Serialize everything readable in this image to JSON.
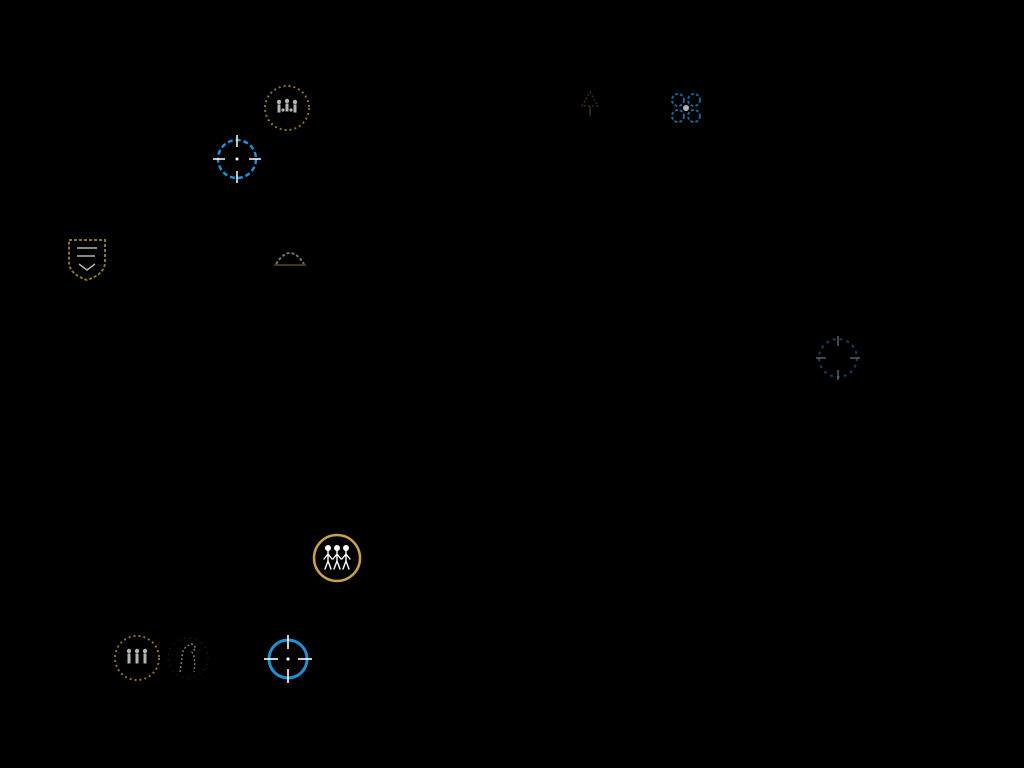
{
  "map": {
    "background": "#000000",
    "colors": {
      "gold": "#c8a24a",
      "blue": "#1f8fd6",
      "white": "#ffffff",
      "dark_gold": "#7a6330"
    },
    "markers": [
      {
        "id": "crowd-1",
        "icon": "crowd-icon",
        "state": "fogged"
      },
      {
        "id": "target-1",
        "icon": "crosshair-icon",
        "state": "fogged"
      },
      {
        "id": "shield-1",
        "icon": "shield-icon",
        "state": "fogged"
      },
      {
        "id": "dome-1",
        "icon": "dome-icon",
        "state": "fogged"
      },
      {
        "id": "tree-1",
        "icon": "tree-icon",
        "state": "fogged"
      },
      {
        "id": "gear-1",
        "icon": "gear-icon",
        "state": "fogged"
      },
      {
        "id": "target-2",
        "icon": "crosshair-icon",
        "state": "fogged"
      },
      {
        "id": "people-1",
        "icon": "people-icon",
        "state": "revealed"
      },
      {
        "id": "crowd-2",
        "icon": "crowd-icon",
        "state": "fogged"
      },
      {
        "id": "horse-1",
        "icon": "horse-icon",
        "state": "fogged"
      },
      {
        "id": "target-3",
        "icon": "crosshair-icon",
        "state": "fogged"
      }
    ]
  }
}
